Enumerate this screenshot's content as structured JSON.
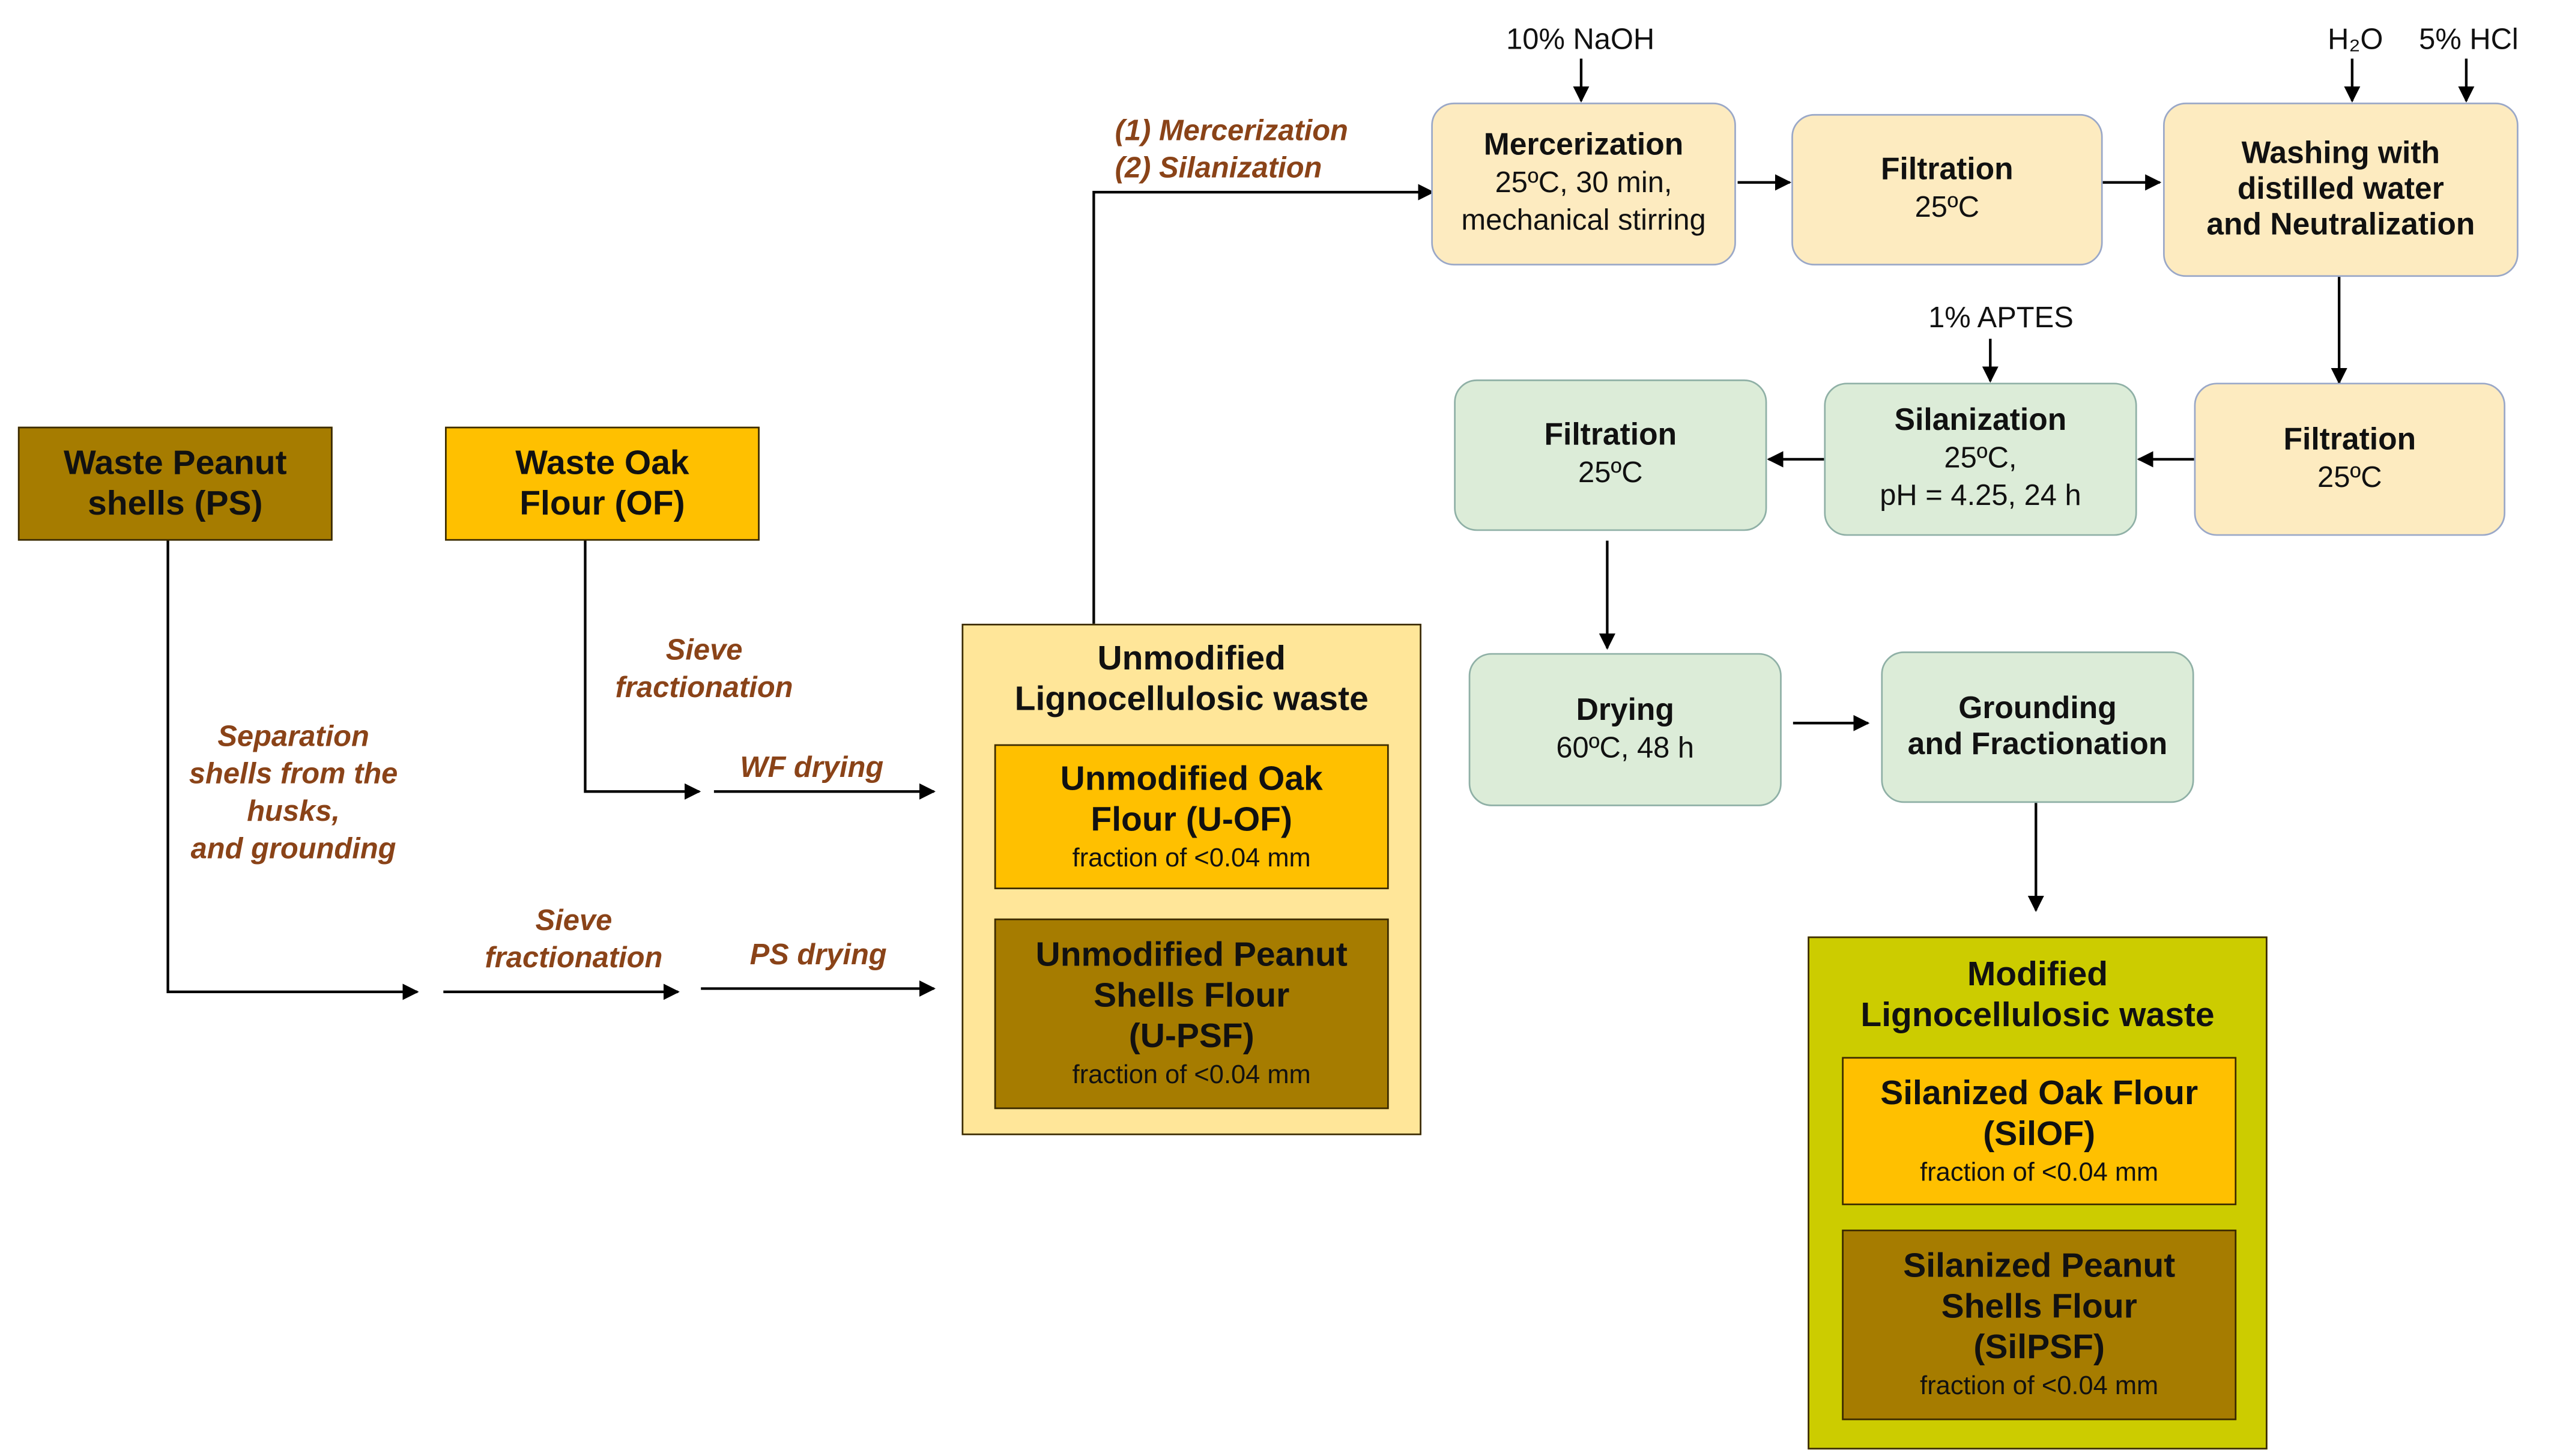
{
  "sources": {
    "peanut": "Waste Peanut shells (PS)",
    "oak": "Waste Oak Flour (OF)"
  },
  "labels": {
    "separation": [
      "Separation",
      "shells from the",
      "husks,",
      "and grounding"
    ],
    "sieve_oak": [
      "Sieve",
      "fractionation"
    ],
    "wf_drying": "WF drying",
    "sieve_ps": [
      "Sieve",
      "fractionation"
    ],
    "ps_drying": "PS drying",
    "treatment": [
      "(1)  Mercerization",
      "(2)  Silanization"
    ]
  },
  "unmodified": {
    "title": [
      "Unmodified",
      "Lignocellulosic waste"
    ],
    "oak": {
      "name": [
        "Unmodified Oak",
        "Flour (U-OF)"
      ],
      "fraction": "fraction of <0.04 mm"
    },
    "peanut": {
      "name": [
        "Unmodified Peanut",
        "Shells Flour",
        "(U-PSF)"
      ],
      "fraction": "fraction of <0.04 mm"
    }
  },
  "reagents": {
    "naoh": "10% NaOH",
    "water": "H₂O",
    "hcl": "5% HCl",
    "aptes": "1% APTES"
  },
  "steps": {
    "mercerization": {
      "title": "Mercerization",
      "details": [
        "25ºC, 30 min,",
        "mechanical stirring"
      ]
    },
    "filtration1": {
      "title": "Filtration",
      "details": [
        "25ºC"
      ]
    },
    "washing": {
      "title": [
        "Washing with",
        "distilled water",
        "and Neutralization"
      ]
    },
    "filtration2": {
      "title": "Filtration",
      "details": [
        "25ºC"
      ]
    },
    "silanization": {
      "title": "Silanization",
      "details": [
        "25ºC,",
        "pH = 4.25, 24 h"
      ]
    },
    "filtration3": {
      "title": "Filtration",
      "details": [
        "25ºC"
      ]
    },
    "drying": {
      "title": "Drying",
      "details": [
        "60ºC, 48 h"
      ]
    },
    "grounding": {
      "title": [
        "Grounding",
        "and Fractionation"
      ]
    }
  },
  "modified": {
    "title": [
      "Modified",
      "Lignocellulosic waste"
    ],
    "oak": {
      "name": [
        "Silanized Oak Flour",
        "(SilOF)"
      ],
      "fraction": "fraction of <0.04 mm"
    },
    "peanut": {
      "name": [
        "Silanized Peanut",
        "Shells Flour",
        "(SilPSF)"
      ],
      "fraction": "fraction of <0.04 mm"
    }
  },
  "colors": {
    "peanut": "#a67c00",
    "oak": "#ffc000",
    "unmodified_panel": "#ffe699",
    "pale_step": "#fdebc0",
    "green_step": "#dcecd8",
    "modified_panel": "#cccc00",
    "label_text": "#8a4318"
  }
}
